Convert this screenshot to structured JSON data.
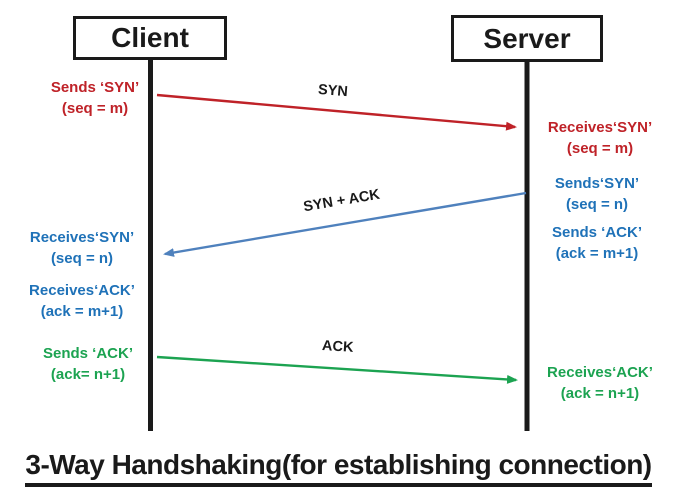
{
  "title": "3-Way Handshaking(for establishing connection)",
  "actors": [
    {
      "name": "Client"
    },
    {
      "name": "Server"
    }
  ],
  "messages": [
    {
      "label": "SYN",
      "from": "client",
      "to": "server",
      "color": "red"
    },
    {
      "label": "SYN + ACK",
      "from": "server",
      "to": "client",
      "color": "blue"
    },
    {
      "label": "ACK",
      "from": "client",
      "to": "server",
      "color": "green"
    }
  ],
  "annotations": {
    "client": [
      {
        "lines": [
          "Sends ‘SYN’",
          "(seq = m)"
        ],
        "color": "red"
      },
      {
        "lines": [
          "Receives‘SYN’",
          "(seq = n)"
        ],
        "color": "blue"
      },
      {
        "lines": [
          "Receives‘ACK’",
          "(ack = m+1)"
        ],
        "color": "blue"
      },
      {
        "lines": [
          "Sends ‘ACK’",
          "(ack= n+1)"
        ],
        "color": "green"
      }
    ],
    "server": [
      {
        "lines": [
          "Receives‘SYN’",
          "(seq = m)"
        ],
        "color": "red"
      },
      {
        "lines": [
          "Sends‘SYN’",
          "(seq = n)"
        ],
        "color": "blue"
      },
      {
        "lines": [
          "Sends ‘ACK’",
          "(ack = m+1)"
        ],
        "color": "blue"
      },
      {
        "lines": [
          "Receives‘ACK’",
          "(ack = n+1)"
        ],
        "color": "green"
      }
    ]
  },
  "colors": {
    "red": "#bf2228",
    "blue_text": "#1f72b8",
    "blue_line": "#4f81bd",
    "green": "#1ca351",
    "ink": "#1a1a1a"
  }
}
